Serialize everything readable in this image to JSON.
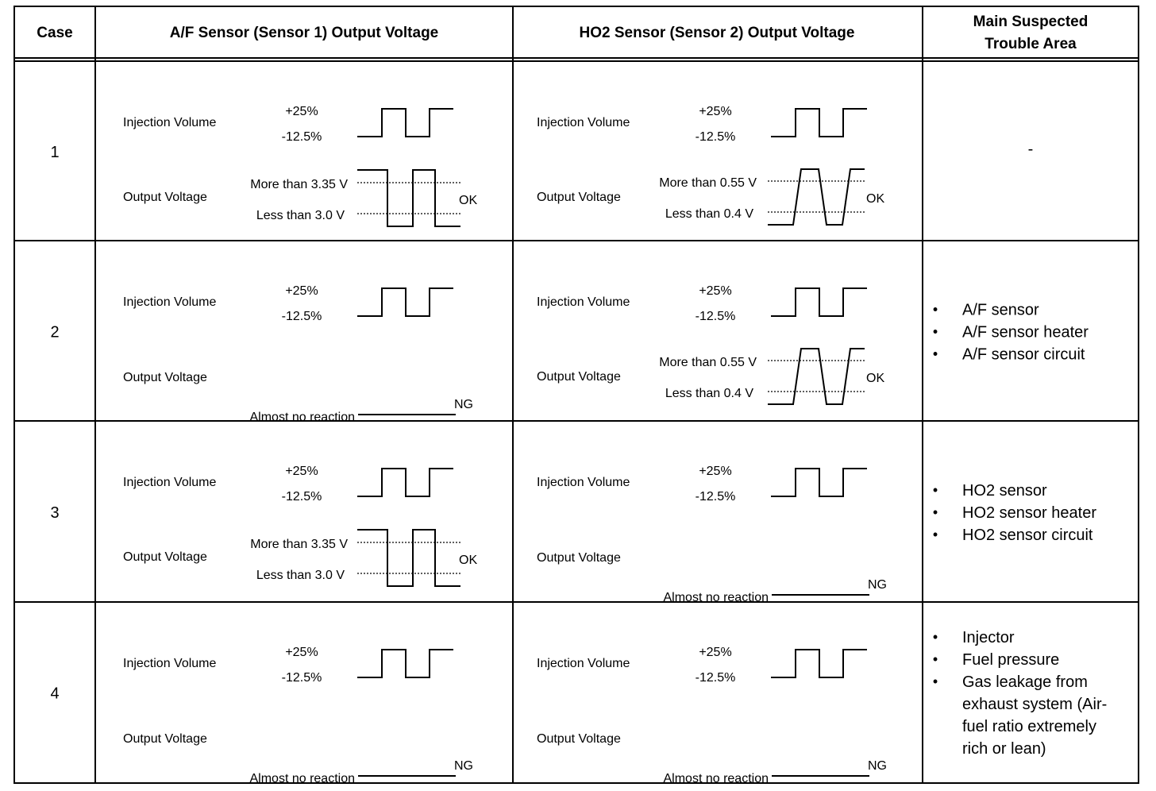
{
  "headers": {
    "case": "Case",
    "af": "A/F Sensor (Sensor 1) Output Voltage",
    "ho2": "HO2 Sensor (Sensor 2) Output Voltage",
    "area_line1": "Main Suspected",
    "area_line2": "Trouble Area"
  },
  "labels": {
    "injection_volume": "Injection Volume",
    "output_voltage": "Output Voltage",
    "plus": "+25%",
    "minus": "-12.5%",
    "af_high": "More than 3.35 V",
    "af_low": "Less than 3.0 V",
    "ho2_high": "More than 0.55 V",
    "ho2_low": "Less than 0.4 V",
    "no_reaction": "Almost no reaction",
    "ok": "OK",
    "ng": "NG"
  },
  "rows": [
    {
      "case": "1",
      "af": "OK",
      "ho2": "OK",
      "area_dash": "-",
      "area": []
    },
    {
      "case": "2",
      "af": "NG",
      "ho2": "OK",
      "area_dash": "",
      "area": [
        [
          "A/F sensor"
        ],
        [
          "A/F sensor heater"
        ],
        [
          "A/F sensor circuit"
        ]
      ]
    },
    {
      "case": "3",
      "af": "OK",
      "ho2": "NG",
      "area_dash": "",
      "area": [
        [
          "HO2 sensor"
        ],
        [
          "HO2 sensor heater"
        ],
        [
          "HO2 sensor circuit"
        ]
      ]
    },
    {
      "case": "4",
      "af": "NG",
      "ho2": "NG",
      "area_dash": "",
      "area": [
        [
          "Injector"
        ],
        [
          "Fuel pressure"
        ],
        [
          "Gas leakage from",
          "exhaust system (Air-",
          "fuel ratio extremely",
          "rich or lean)"
        ]
      ]
    }
  ],
  "bullet_char": "•"
}
